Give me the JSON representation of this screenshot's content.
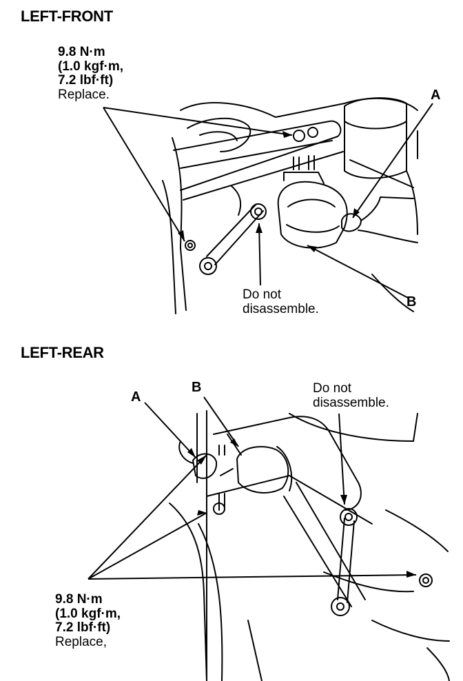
{
  "front": {
    "heading": "LEFT-FRONT",
    "torque": {
      "line1": "9.8 N·m",
      "line2": "(1.0 kgf·m,",
      "line3": "7.2 lbf·ft)",
      "line4": "Replace."
    },
    "note": {
      "line1": "Do not",
      "line2": "disassemble."
    },
    "callout_a": "A",
    "callout_b": "B"
  },
  "rear": {
    "heading": "LEFT-REAR",
    "torque": {
      "line1": "9.8 N·m",
      "line2": "(1.0 kgf·m,",
      "line3": "7.2 lbf·ft)",
      "line4": "Replace,"
    },
    "note": {
      "line1": "Do not",
      "line2": "disassemble."
    },
    "callout_a": "A",
    "callout_b": "B"
  }
}
